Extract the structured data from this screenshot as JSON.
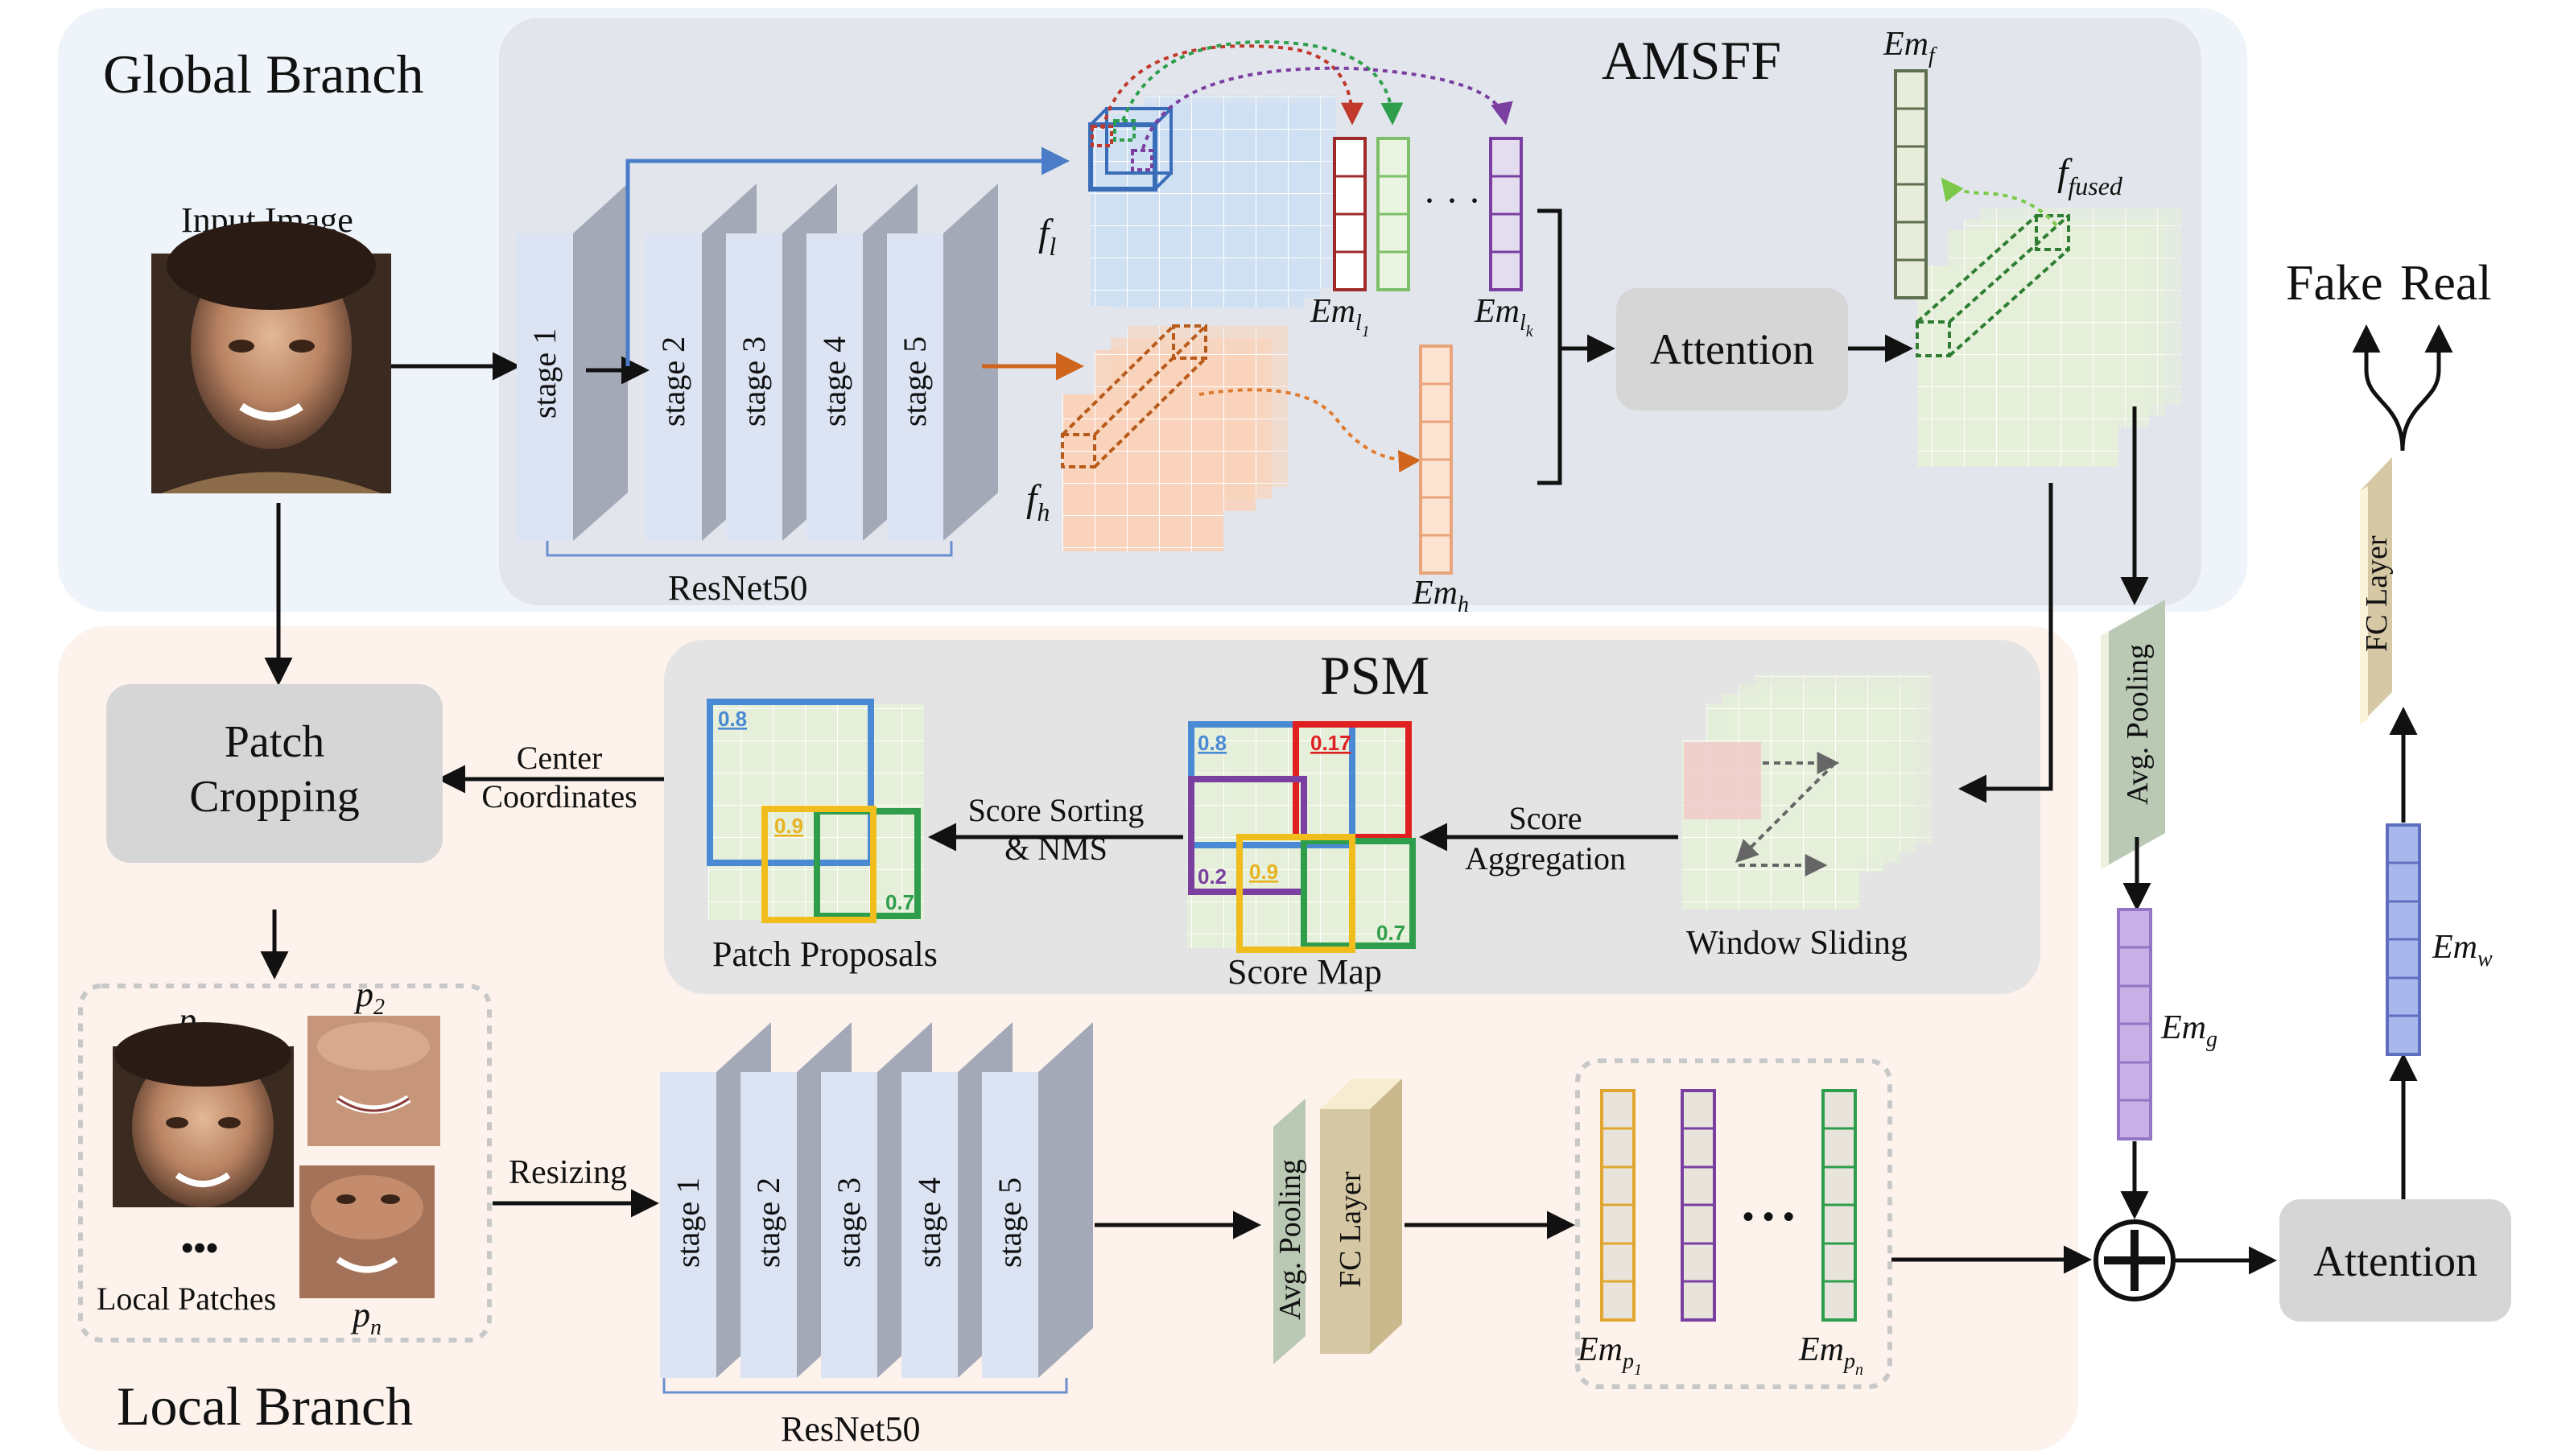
{
  "global_branch": {
    "title": "Global Branch",
    "input_label": "Input Image",
    "resnet_label": "ResNet50",
    "stages": [
      "stage 1",
      "stage 2",
      "stage 3",
      "stage 4",
      "stage 5"
    ]
  },
  "amsff": {
    "title": "AMSFF",
    "f_l": "f",
    "f_l_sub": "l",
    "f_h": "f",
    "f_h_sub": "h",
    "em_l1": "Em",
    "em_l1_sub": "l",
    "em_l1_subsub": "1",
    "em_lk": "Em",
    "em_lk_sub": "l",
    "em_lk_subsub": "k",
    "em_h": "Em",
    "em_h_sub": "h",
    "ellipsis": "· · ·",
    "attention": "Attention",
    "f_fused": "f",
    "f_fused_sub": "fused",
    "em_f": "Em",
    "em_f_sub": "f"
  },
  "psm": {
    "title": "PSM",
    "window_sliding": "Window Sliding",
    "score_aggregation": [
      "Score",
      "Aggregation"
    ],
    "score_map": "Score Map",
    "score_sorting": [
      "Score Sorting",
      "& NMS"
    ],
    "patch_proposals": "Patch Proposals",
    "center_coordinates": [
      "Center",
      "Coordinates"
    ],
    "score_map_values": {
      "blue": "0.8",
      "red": "0.17",
      "purple": "0.2",
      "yellow": "0.9",
      "green": "0.7"
    },
    "proposal_values": {
      "blue": "0.8",
      "yellow": "0.9",
      "green": "0.7"
    }
  },
  "local_branch": {
    "title": "Local Branch",
    "patch_cropping": [
      "Patch",
      "Cropping"
    ],
    "p1": "p",
    "p1_sub": "1",
    "p2": "p",
    "p2_sub": "2",
    "pn": "p",
    "pn_sub": "n",
    "dots": "•••",
    "local_patches": "Local Patches",
    "resizing": "Resizing",
    "stages": [
      "stage 1",
      "stage 2",
      "stage 3",
      "stage 4",
      "stage 5"
    ],
    "resnet_label": "ResNet50",
    "avg_pooling": "Avg. Pooling",
    "fc_layer": "FC Layer",
    "em_p1": "Em",
    "em_p1_sub": "p",
    "em_p1_subsub": "1",
    "em_pn": "Em",
    "em_pn_sub": "p",
    "em_pn_subsub": "n",
    "ellipsis": "• • •"
  },
  "head": {
    "avg_pooling": "Avg. Pooling",
    "em_g": "Em",
    "em_g_sub": "g",
    "attention": "Attention",
    "em_w": "Em",
    "em_w_sub": "w",
    "fc_layer": "FC Layer",
    "fake": "Fake",
    "real": "Real"
  },
  "colors": {
    "global_bg": "#eef4f9",
    "amsff_bg": "#e4e8ee",
    "local_bg": "#fdf3ec",
    "psm_bg": "#e6e6e6",
    "stage_front": "#dce3f3",
    "stage_side": "#a4a9b8",
    "blue": "#4a7cc7",
    "orange": "#e07a2e",
    "green": "#2e9e4c",
    "purple": "#7a3fa0",
    "red": "#c0392b",
    "yellow": "#e8b321",
    "em_g": "#c7b0e6",
    "em_w": "#a9b8ec"
  }
}
